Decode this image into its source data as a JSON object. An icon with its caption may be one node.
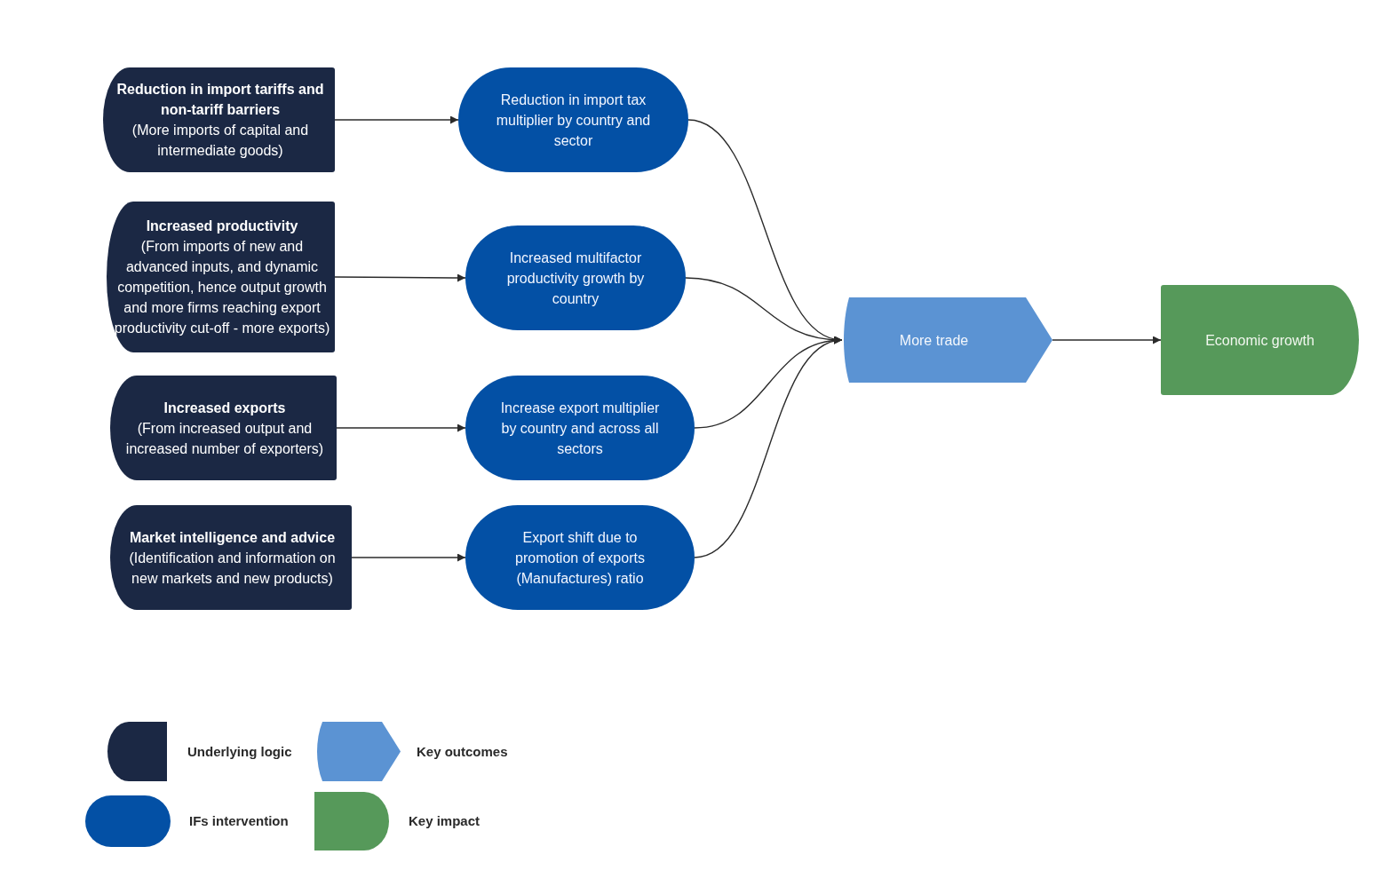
{
  "diagram": {
    "nodes": [
      {
        "text": [
          "Reduction in import tariffs and non-tariff barriers",
          "(More imports of capital and intermediate goods)"
        ]
      },
      {
        "text": [
          "Increased productivity",
          "(From imports of new and advanced inputs, and dynamic competition, hence output growth and more firms reaching export productivity cut-off - more exports)"
        ]
      },
      {
        "text": [
          "Increased exports",
          "(From increased output and increased number of exporters)"
        ]
      },
      {
        "text": [
          "Market intelligence and advice",
          "(Identification and information on new markets and new products)"
        ]
      },
      {
        "text": [
          "Reduction in import tax multiplier by country and sector"
        ]
      },
      {
        "text": [
          "Increased multifactor productivity growth by country"
        ]
      },
      {
        "text": [
          "Increase export multiplier by country and across all sectors"
        ]
      },
      {
        "text": [
          "Export shift due to promotion of exports (Manufactures) ratio"
        ]
      },
      {
        "text": [
          "More trade"
        ]
      },
      {
        "text": [
          "Economic growth"
        ]
      }
    ],
    "edges": [
      {
        "from": 0,
        "to": 4,
        "arrow": "to"
      },
      {
        "from": 1,
        "to": 5,
        "arrow": "to"
      },
      {
        "from": 2,
        "to": 6,
        "arrow": "to"
      },
      {
        "from": 3,
        "to": 7,
        "arrow": "to"
      },
      {
        "from": 4,
        "to": 8,
        "arrow": "to"
      },
      {
        "from": 5,
        "to": 8,
        "arrow": "to"
      },
      {
        "from": 6,
        "to": 8,
        "arrow": "to"
      },
      {
        "from": 7,
        "to": 8,
        "arrow": "to"
      },
      {
        "from": 8,
        "to": 9,
        "arrow": "to"
      }
    ],
    "legend": [
      {
        "text": "Underlying logic",
        "color": "#1b2844"
      },
      {
        "text": "Key outcomes",
        "color": "#5b93d3"
      },
      {
        "text": "IFs intervention",
        "color": "#0350a5"
      },
      {
        "text": "Key impact",
        "color": "#56995a"
      }
    ]
  }
}
